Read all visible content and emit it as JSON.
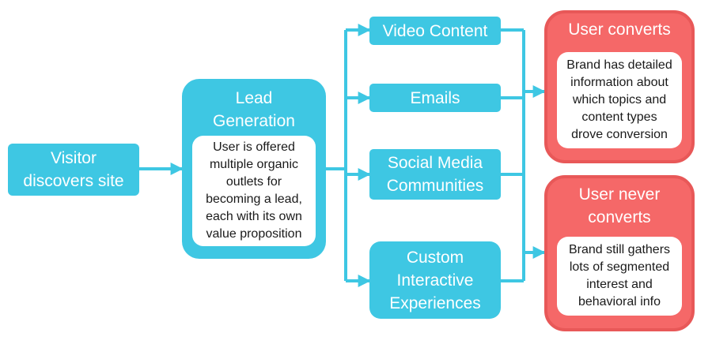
{
  "colors": {
    "cyan": "#3ec7e3",
    "red": "#f56868",
    "arrow": "#3ec7e3"
  },
  "visitor": {
    "label": "Visitor\ndiscovers site"
  },
  "lead": {
    "title": "Lead\nGeneration",
    "description": "User is offered\nmultiple organic\noutlets for\nbecoming a lead,\neach with its own\nvalue proposition"
  },
  "channels": [
    {
      "label": "Video Content"
    },
    {
      "label": "Emails"
    },
    {
      "label": "Social Media\nCommunities"
    },
    {
      "label": "Custom\nInteractive\nExperiences"
    }
  ],
  "outcomes": [
    {
      "title": "User converts",
      "description": "Brand has detailed\ninformation about\nwhich topics and\ncontent types\ndrove conversion"
    },
    {
      "title": "User never\nconverts",
      "description": "Brand still gathers\nlots of segmented\ninterest and\nbehavioral info"
    }
  ]
}
